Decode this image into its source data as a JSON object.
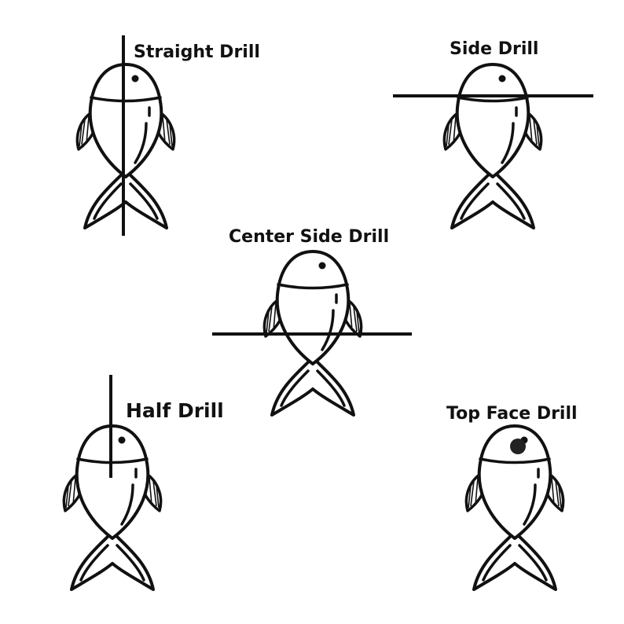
{
  "diagrams": [
    {
      "label": "Straight Drill"
    },
    {
      "label": "Side Drill"
    },
    {
      "label": "Center Side Drill"
    },
    {
      "label": "Half Drill"
    },
    {
      "label": "Top Face Drill"
    }
  ],
  "colors": {
    "ink": "#111111",
    "background": "#ffffff"
  },
  "icon": "fish-icon"
}
